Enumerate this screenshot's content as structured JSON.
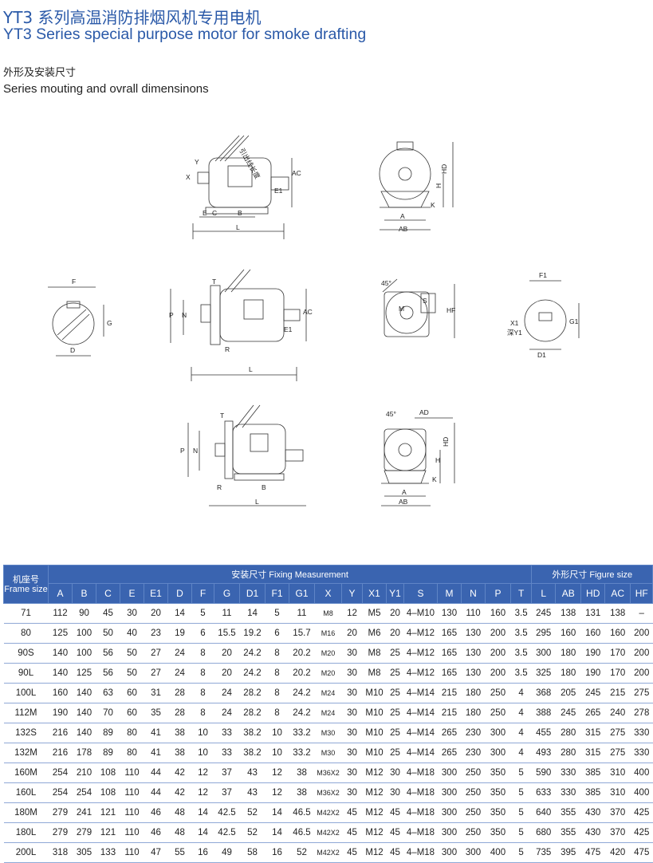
{
  "header": {
    "title_cn": "YT3 系列高温消防排烟风机专用电机",
    "title_en": "YT3 Series special purpose motor for smoke drafting",
    "subtitle_cn": "外形及安装尺寸",
    "subtitle_en": "Series mouting and ovrall dimensinons"
  },
  "drawings": {
    "box_label": "引出线长度",
    "labels": {
      "A": "A",
      "AB": "AB",
      "AC": "AC",
      "AD": "AD",
      "B": "B",
      "C": "C",
      "D": "D",
      "D1": "D1",
      "E": "E",
      "E1": "E1",
      "F": "F",
      "F1": "F1",
      "G": "G",
      "G1": "G1",
      "H": "H",
      "HD": "HD",
      "HF": "HF",
      "K": "K",
      "L": "L",
      "M": "M",
      "N": "N",
      "P": "P",
      "R": "R",
      "S": "S",
      "T": "T",
      "X": "X",
      "X1": "X1",
      "Y": "Y",
      "Y1": "深Y1",
      "angle": "45°"
    }
  },
  "table": {
    "group_headers": {
      "frame_cn": "机座号",
      "frame_en": "Frame size",
      "fixing": "安装尺寸 Fixing Measurement",
      "figure": "外形尺寸 Figure size"
    },
    "columns": [
      "A",
      "B",
      "C",
      "E",
      "E1",
      "D",
      "F",
      "G",
      "D1",
      "F1",
      "G1",
      "X",
      "Y",
      "X1",
      "Y1",
      "S",
      "M",
      "N",
      "P",
      "T",
      "L",
      "AB",
      "HD",
      "AC",
      "HF"
    ],
    "rows": [
      [
        "71",
        "112",
        "90",
        "45",
        "30",
        "20",
        "14",
        "5",
        "11",
        "14",
        "5",
        "11",
        "M8",
        "12",
        "M5",
        "20",
        "4–M10",
        "130",
        "110",
        "160",
        "3.5",
        "245",
        "138",
        "131",
        "138",
        "–"
      ],
      [
        "80",
        "125",
        "100",
        "50",
        "40",
        "23",
        "19",
        "6",
        "15.5",
        "19.2",
        "6",
        "15.7",
        "M16",
        "20",
        "M6",
        "20",
        "4–M12",
        "165",
        "130",
        "200",
        "3.5",
        "295",
        "160",
        "160",
        "160",
        "200"
      ],
      [
        "90S",
        "140",
        "100",
        "56",
        "50",
        "27",
        "24",
        "8",
        "20",
        "24.2",
        "8",
        "20.2",
        "M20",
        "30",
        "M8",
        "25",
        "4–M12",
        "165",
        "130",
        "200",
        "3.5",
        "300",
        "180",
        "190",
        "170",
        "200"
      ],
      [
        "90L",
        "140",
        "125",
        "56",
        "50",
        "27",
        "24",
        "8",
        "20",
        "24.2",
        "8",
        "20.2",
        "M20",
        "30",
        "M8",
        "25",
        "4–M12",
        "165",
        "130",
        "200",
        "3.5",
        "325",
        "180",
        "190",
        "170",
        "200"
      ],
      [
        "100L",
        "160",
        "140",
        "63",
        "60",
        "31",
        "28",
        "8",
        "24",
        "28.2",
        "8",
        "24.2",
        "M24",
        "30",
        "M10",
        "25",
        "4–M14",
        "215",
        "180",
        "250",
        "4",
        "368",
        "205",
        "245",
        "215",
        "275"
      ],
      [
        "112M",
        "190",
        "140",
        "70",
        "60",
        "35",
        "28",
        "8",
        "24",
        "28.2",
        "8",
        "24.2",
        "M24",
        "30",
        "M10",
        "25",
        "4–M14",
        "215",
        "180",
        "250",
        "4",
        "388",
        "245",
        "265",
        "240",
        "278"
      ],
      [
        "132S",
        "216",
        "140",
        "89",
        "80",
        "41",
        "38",
        "10",
        "33",
        "38.2",
        "10",
        "33.2",
        "M30",
        "30",
        "M10",
        "25",
        "4–M14",
        "265",
        "230",
        "300",
        "4",
        "455",
        "280",
        "315",
        "275",
        "330"
      ],
      [
        "132M",
        "216",
        "178",
        "89",
        "80",
        "41",
        "38",
        "10",
        "33",
        "38.2",
        "10",
        "33.2",
        "M30",
        "30",
        "M10",
        "25",
        "4–M14",
        "265",
        "230",
        "300",
        "4",
        "493",
        "280",
        "315",
        "275",
        "330"
      ],
      [
        "160M",
        "254",
        "210",
        "108",
        "110",
        "44",
        "42",
        "12",
        "37",
        "43",
        "12",
        "38",
        "M36X2",
        "30",
        "M12",
        "30",
        "4–M18",
        "300",
        "250",
        "350",
        "5",
        "590",
        "330",
        "385",
        "310",
        "400"
      ],
      [
        "160L",
        "254",
        "254",
        "108",
        "110",
        "44",
        "42",
        "12",
        "37",
        "43",
        "12",
        "38",
        "M36X2",
        "30",
        "M12",
        "30",
        "4–M18",
        "300",
        "250",
        "350",
        "5",
        "633",
        "330",
        "385",
        "310",
        "400"
      ],
      [
        "180M",
        "279",
        "241",
        "121",
        "110",
        "46",
        "48",
        "14",
        "42.5",
        "52",
        "14",
        "46.5",
        "M42X2",
        "45",
        "M12",
        "45",
        "4–M18",
        "300",
        "250",
        "350",
        "5",
        "640",
        "355",
        "430",
        "370",
        "425"
      ],
      [
        "180L",
        "279",
        "279",
        "121",
        "110",
        "46",
        "48",
        "14",
        "42.5",
        "52",
        "14",
        "46.5",
        "M42X2",
        "45",
        "M12",
        "45",
        "4–M18",
        "300",
        "250",
        "350",
        "5",
        "680",
        "355",
        "430",
        "370",
        "425"
      ],
      [
        "200L",
        "318",
        "305",
        "133",
        "110",
        "47",
        "55",
        "16",
        "49",
        "58",
        "16",
        "52",
        "M42X2",
        "45",
        "M12",
        "45",
        "4–M18",
        "300",
        "300",
        "400",
        "5",
        "735",
        "395",
        "475",
        "420",
        "475"
      ]
    ]
  }
}
